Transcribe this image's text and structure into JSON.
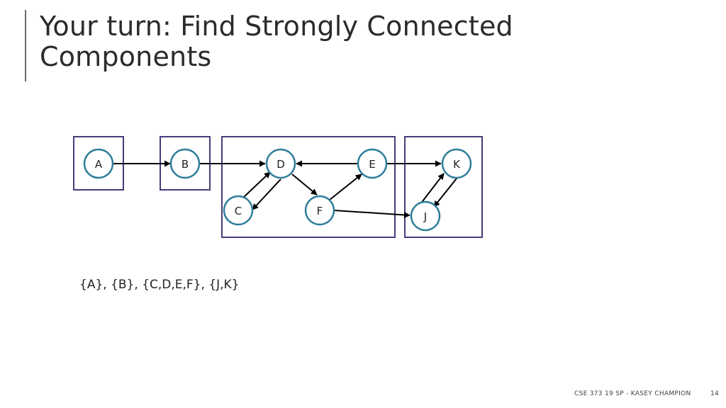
{
  "slide": {
    "title_line1": "Your turn: Find Strongly Connected",
    "title_line2": "Components",
    "answer": "{A}, {B}, {C,D,E,F}, {J,K}",
    "footer": "CSE 373 19 SP - KASEY CHAMPION",
    "page_number": "14"
  },
  "graph": {
    "nodes": [
      "A",
      "B",
      "C",
      "D",
      "E",
      "F",
      "J",
      "K"
    ],
    "edges": [
      [
        "A",
        "B"
      ],
      [
        "B",
        "D"
      ],
      [
        "E",
        "D"
      ],
      [
        "E",
        "K"
      ],
      [
        "D",
        "C"
      ],
      [
        "C",
        "D"
      ],
      [
        "D",
        "F"
      ],
      [
        "F",
        "E"
      ],
      [
        "F",
        "J"
      ],
      [
        "J",
        "K"
      ],
      [
        "K",
        "J"
      ]
    ],
    "components": [
      [
        "A"
      ],
      [
        "B"
      ],
      [
        "C",
        "D",
        "E",
        "F"
      ],
      [
        "J",
        "K"
      ]
    ],
    "colors": {
      "node_stroke": "#2e7d9a",
      "component_box": "#4b3a7a",
      "edge": "#000000"
    }
  }
}
